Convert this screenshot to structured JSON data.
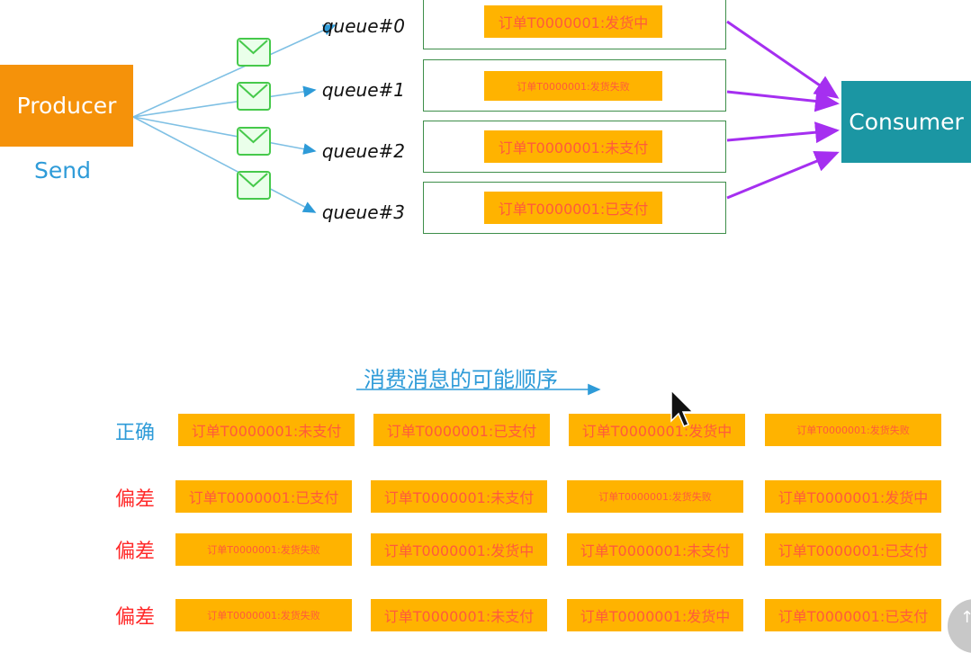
{
  "diagram": {
    "producer": {
      "label": "Producer",
      "send_label": "Send"
    },
    "consumer": {
      "label": "Consumer"
    },
    "queues": [
      {
        "label": "queue#0",
        "message": "订单T0000001:发货中"
      },
      {
        "label": "queue#1",
        "message": "订单T0000001:发货失败"
      },
      {
        "label": "queue#2",
        "message": "订单T0000001:未支付"
      },
      {
        "label": "queue#3",
        "message": "订单T0000001:已支付"
      }
    ],
    "colors": {
      "producer": "#f5920a",
      "consumer": "#1b96a3",
      "order_box": "#ffb300",
      "order_text": "#ff5a3c",
      "queue_border": "#3e8e4a",
      "arrow_blue": "#2e9bd8",
      "arrow_purple": "#a52ff0",
      "label_correct": "#2e9bd8",
      "label_deviation": "#ff2a2a"
    }
  },
  "orders": {
    "title": "消费消息的可能顺序",
    "rows": [
      {
        "label": "正确",
        "items": [
          "订单T0000001:未支付",
          "订单T0000001:已支付",
          "订单T0000001:发货中",
          "订单T0000001:发货失败"
        ]
      },
      {
        "label": "偏差",
        "items": [
          "订单T0000001:已支付",
          "订单T0000001:未支付",
          "订单T0000001:发货失败",
          "订单T0000001:发货中"
        ]
      },
      {
        "label": "偏差",
        "items": [
          "订单T0000001:发货失败",
          "订单T0000001:发货中",
          "订单T0000001:未支付",
          "订单T0000001:已支付"
        ]
      },
      {
        "label": "偏差",
        "items": [
          "订单T0000001:发货失败",
          "订单T0000001:未支付",
          "订单T0000001:发货中",
          "订单T0000001:已支付"
        ]
      }
    ]
  },
  "icons": {
    "message": "envelope-icon",
    "cursor": "mouse-pointer-icon",
    "scroll": "arrow-up-icon"
  }
}
